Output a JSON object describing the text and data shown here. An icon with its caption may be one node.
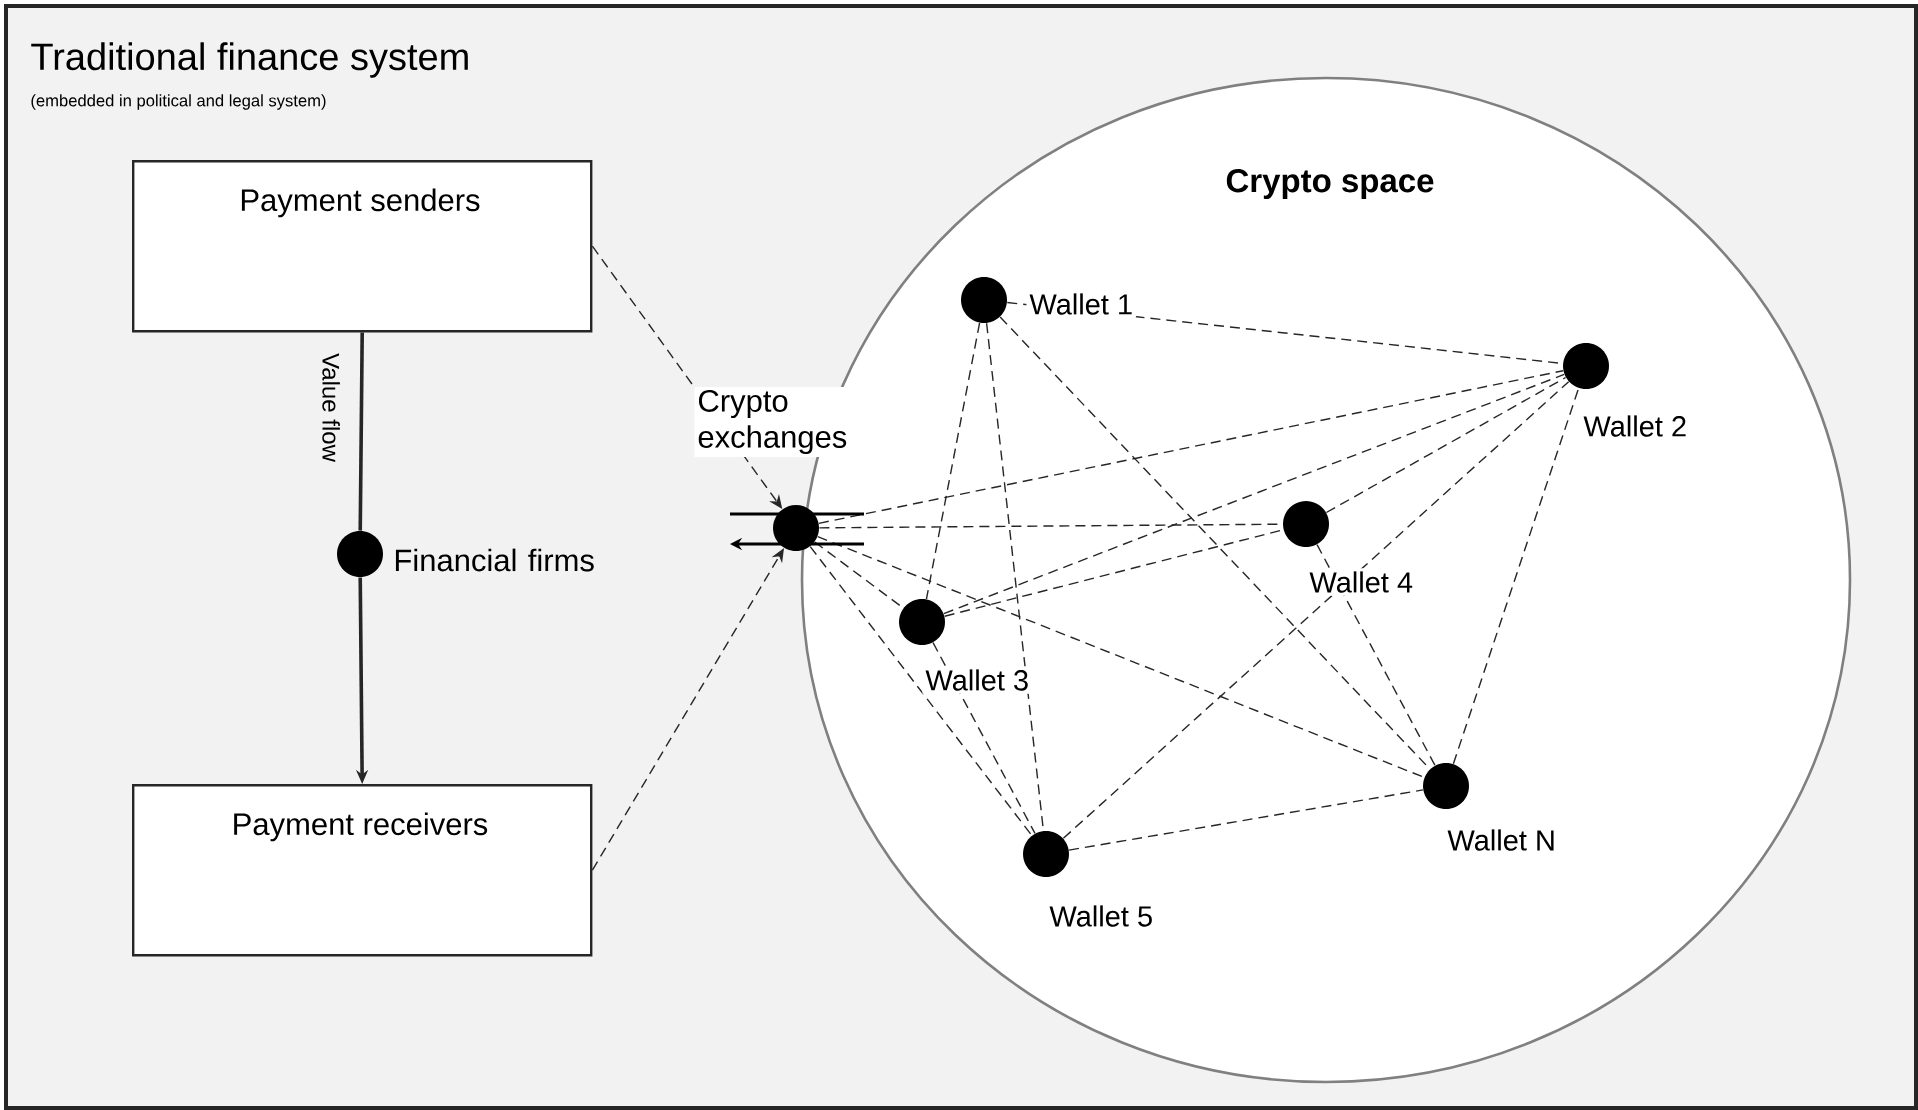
{
  "diagram": {
    "nodes": [
      {
        "text": [
          "Traditional finance system",
          "(embedded in political and legal system)"
        ]
      },
      {
        "text": [
          "Payment senders"
        ],
        "in": 0
      },
      {
        "text": [
          "Payment receivers"
        ],
        "in": 0
      },
      {
        "text": [],
        "shape": "circle",
        "beside": [
          "Financial firms"
        ],
        "in": 0
      },
      {
        "text": [
          "Crypto space"
        ],
        "in": 0
      },
      {
        "text": [],
        "shape": "circle",
        "beside": [
          "Crypto exchanges"
        ],
        "in": 0
      },
      {
        "text": [],
        "shape": "circle",
        "beside": [
          "Wallet 1"
        ],
        "in": 4
      },
      {
        "text": [],
        "shape": "circle",
        "beside": [
          "Wallet 2"
        ],
        "in": 4
      },
      {
        "text": [],
        "shape": "circle",
        "beside": [
          "Wallet 3"
        ],
        "in": 4
      },
      {
        "text": [],
        "shape": "circle",
        "beside": [
          "Wallet 4"
        ],
        "in": 4
      },
      {
        "text": [],
        "shape": "circle",
        "beside": [
          "Wallet 5"
        ],
        "in": 4
      },
      {
        "text": [],
        "shape": "circle",
        "beside": [
          "Wallet N"
        ],
        "in": 4
      }
    ],
    "edges": [
      {
        "from": 1,
        "to": 3,
        "arrow": "none",
        "label": "Value flow"
      },
      {
        "from": 3,
        "to": 2,
        "arrow": "to"
      },
      {
        "from": 1,
        "to": 5,
        "arrow": "to",
        "style": "dashed"
      },
      {
        "from": 2,
        "to": 5,
        "arrow": "to",
        "style": "dashed"
      },
      {
        "from": 6,
        "to": 7,
        "arrow": "none",
        "style": "dashed"
      },
      {
        "from": 6,
        "to": 8,
        "arrow": "none",
        "style": "dashed"
      },
      {
        "from": 6,
        "to": 10,
        "arrow": "none",
        "style": "dashed"
      },
      {
        "from": 6,
        "to": 11,
        "arrow": "none",
        "style": "dashed"
      },
      {
        "from": 5,
        "to": 7,
        "arrow": "none",
        "style": "dashed"
      },
      {
        "from": 8,
        "to": 7,
        "arrow": "none",
        "style": "dashed"
      },
      {
        "from": 9,
        "to": 7,
        "arrow": "none",
        "style": "dashed"
      },
      {
        "from": 10,
        "to": 7,
        "arrow": "none",
        "style": "dashed"
      },
      {
        "from": 11,
        "to": 7,
        "arrow": "none",
        "style": "dashed"
      },
      {
        "from": 5,
        "to": 9,
        "arrow": "none",
        "style": "dashed"
      },
      {
        "from": 8,
        "to": 9,
        "arrow": "none",
        "style": "dashed"
      },
      {
        "from": 9,
        "to": 11,
        "arrow": "none",
        "style": "dashed"
      },
      {
        "from": 5,
        "to": 8,
        "arrow": "none",
        "style": "dashed"
      },
      {
        "from": 8,
        "to": 10,
        "arrow": "none",
        "style": "dashed"
      },
      {
        "from": 5,
        "to": 11,
        "arrow": "none",
        "style": "dashed"
      },
      {
        "from": 5,
        "to": 10,
        "arrow": "none",
        "style": "dashed"
      },
      {
        "from": 10,
        "to": 11,
        "arrow": "none",
        "style": "dashed"
      }
    ]
  }
}
